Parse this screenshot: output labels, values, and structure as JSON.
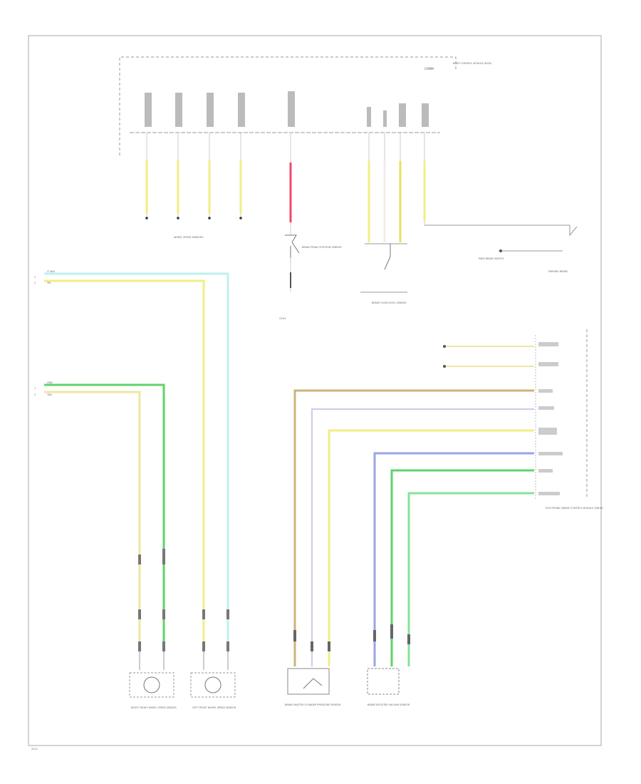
{
  "colors": {
    "yellow": "#f2ee84",
    "cyan": "#bff0ee",
    "green": "#5fd36a",
    "lightgreen": "#86e39a",
    "tan": "#c9b47a",
    "lightyellow": "#efe6a2",
    "pink": "#f04a6a",
    "blue": "#9aa6e4",
    "lavender": "#cfc9ea",
    "gray": "#999999",
    "dark": "#555555"
  },
  "labels": {
    "top_module": "BODY CONTROL MODULE (BCM)",
    "top_module_sub": "COMM",
    "sensor_group_1": "WHEEL SPEED SENSORS",
    "pedal_sensor": "BRAKE PEDAL POSITION SENSOR",
    "ground_label": "G104",
    "brake_fluid_label": "BRAKE FLUID LEVEL SENSOR",
    "park_brake": "PARK BRAKE SWITCH",
    "park_brake_sub": "PARKING BRAKE",
    "ebcm": "ELECTRONIC BRAKE CONTROL MODULE (EBCM)",
    "rf_sensor": "RIGHT FRONT WHEEL SPEED SENSOR",
    "lf_sensor": "LEFT FRONT WHEEL SPEED SENSOR",
    "master_cyl": "BRAKE MASTER CYLINDER PRESSURE SENSOR",
    "booster": "BRAKE BOOSTER VACUUM SENSOR",
    "wire_ltblu": "LT BLU",
    "wire_yel": "YEL",
    "wire_grn": "GRN",
    "wire_tan": "TAN",
    "footer": "2012"
  }
}
